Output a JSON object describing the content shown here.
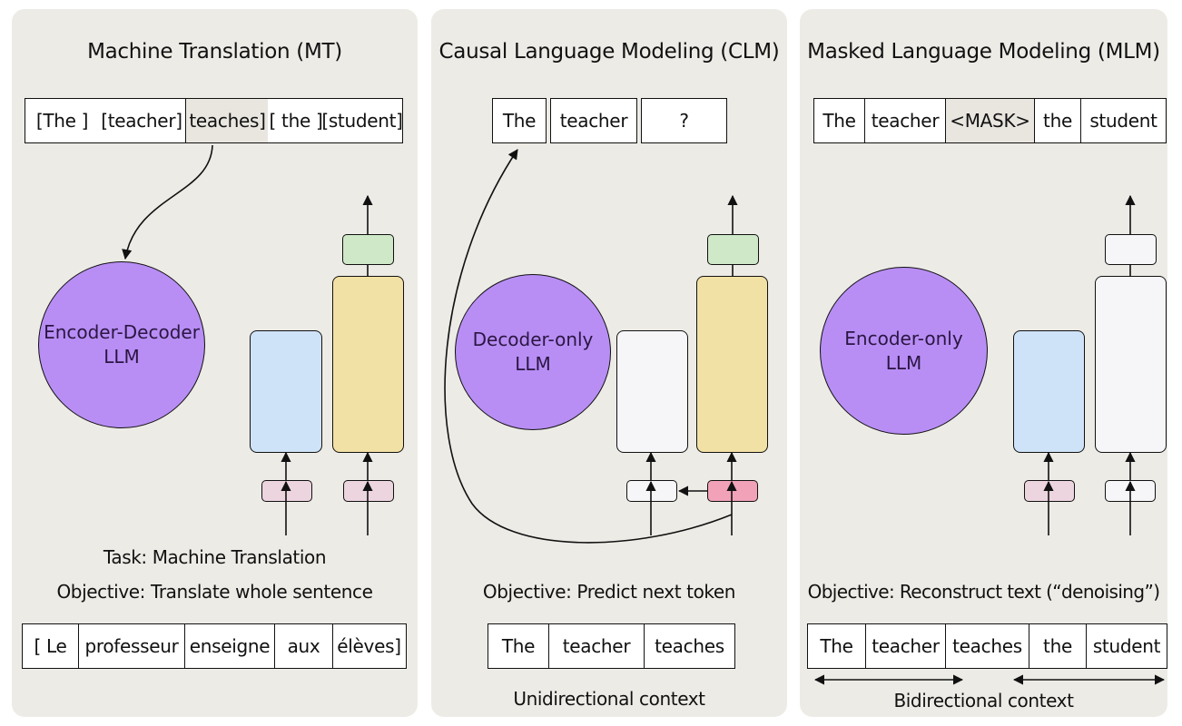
{
  "colors": {
    "panel_bg": "#edebe6",
    "llm_circle": "#b88ef5",
    "encoder_block": "#cfe3f8",
    "decoder_block": "#f2e1a4",
    "output_head": "#cfe8c8",
    "embedding_pink": "#ecd5df",
    "embedding_pink_active": "#f2a2b8",
    "neutral_block": "#f6f5f8"
  },
  "panels": [
    {
      "id": "mt",
      "title": "Machine Translation (MT)",
      "input_tokens": [
        "[The ]",
        "[teacher]",
        "teaches]",
        "[ the ]",
        "[student]"
      ],
      "highlighted_token": "teaches",
      "llm_label": [
        "Encoder-Decoder",
        "LLM"
      ],
      "task": "Task: Machine Translation",
      "objective": "Objective: Translate whole sentence",
      "output_tokens": [
        "[ Le",
        "professeur",
        "enseigne",
        "aux",
        "élèves]"
      ]
    },
    {
      "id": "clm",
      "title": "Causal Language Modeling (CLM)",
      "input_tokens": [
        "The",
        "teacher",
        "?"
      ],
      "llm_label": [
        "Decoder-only",
        "LLM"
      ],
      "objective": "Objective: Predict next token",
      "output_tokens": [
        "The",
        "teacher",
        "teaches"
      ],
      "context_label": "Unidirectional context"
    },
    {
      "id": "mlm",
      "title": "Masked Language Modeling (MLM)",
      "input_tokens": [
        "The",
        "teacher",
        "<MASK>",
        "the",
        "student"
      ],
      "masked_token": "<MASK>",
      "llm_label": [
        "Encoder-only",
        "LLM"
      ],
      "objective": "Objective: Reconstruct text (“denoising”)",
      "output_tokens": [
        "The",
        "teacher",
        "teaches",
        "the",
        "student"
      ],
      "context_label": "Bidirectional context"
    }
  ]
}
